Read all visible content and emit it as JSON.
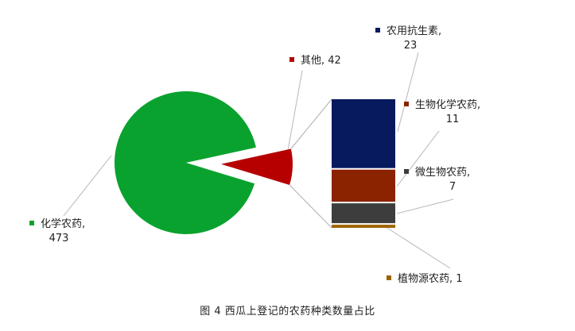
{
  "caption": "图 4 西瓜上登记的农药种类数量占比",
  "chart_data": {
    "type": "bar-of-pie",
    "title": "",
    "pie": {
      "slices": [
        {
          "name": "化学农药",
          "value": 473,
          "label_line1": "化学农药,",
          "label_line2": "473",
          "color": "#0aa22e"
        },
        {
          "name": "其他",
          "value": 42,
          "label_line1": "其他, 42",
          "label_line2": "",
          "color": "#b60000"
        }
      ]
    },
    "bar": {
      "stack_order_top_to_bottom": [
        "农用抗生素",
        "生物化学农药",
        "微生物农药",
        "植物源农药"
      ],
      "segments": [
        {
          "name": "农用抗生素",
          "value": 23,
          "label_line1": "农用抗生素,",
          "label_line2": "23",
          "color": "#081a5e"
        },
        {
          "name": "生物化学农药",
          "value": 11,
          "label_line1": "生物化学农药,",
          "label_line2": "11",
          "color": "#8b2200"
        },
        {
          "name": "微生物农药",
          "value": 7,
          "label_line1": "微生物农药,",
          "label_line2": "7",
          "color": "#3d3d3d"
        },
        {
          "name": "植物源农药",
          "value": 1,
          "label_line1": "植物源农药, 1",
          "label_line2": "",
          "color": "#9c6300"
        }
      ]
    },
    "connector_color": "#b8b8b8",
    "leader_color": "#b8b8b8"
  }
}
